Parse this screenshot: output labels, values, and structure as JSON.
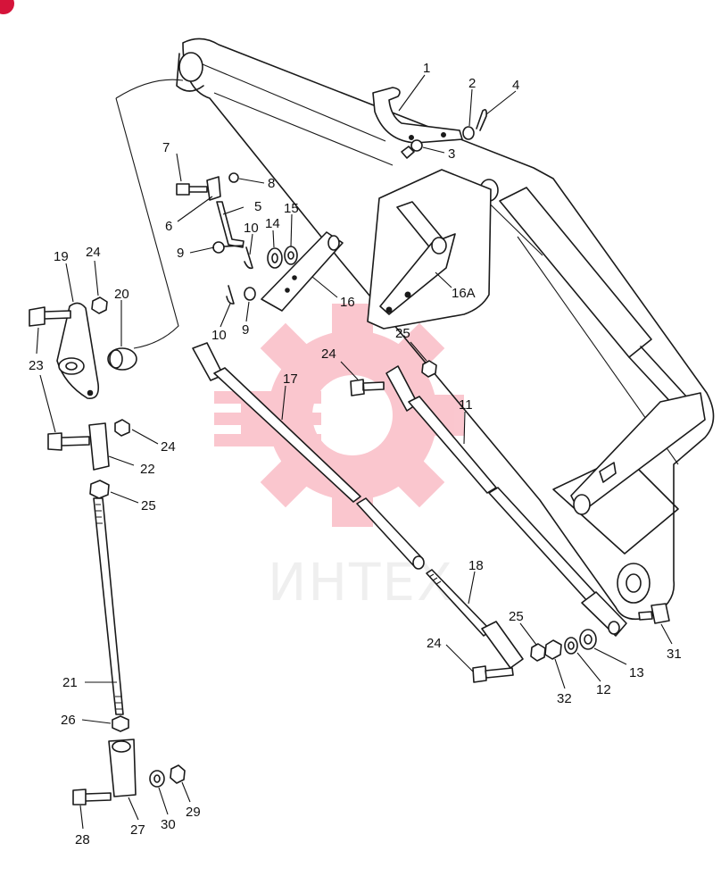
{
  "watermark": {
    "text": "ИНТЕХ",
    "color": "#f0506a"
  },
  "badge": {
    "color": "#d5143a"
  },
  "callouts": [
    {
      "id": "1",
      "label": "1"
    },
    {
      "id": "2",
      "label": "2"
    },
    {
      "id": "3",
      "label": "3"
    },
    {
      "id": "4",
      "label": "4"
    },
    {
      "id": "5",
      "label": "5"
    },
    {
      "id": "6",
      "label": "6"
    },
    {
      "id": "7",
      "label": "7"
    },
    {
      "id": "8",
      "label": "8"
    },
    {
      "id": "9a",
      "label": "9"
    },
    {
      "id": "9b",
      "label": "9"
    },
    {
      "id": "10a",
      "label": "10"
    },
    {
      "id": "10b",
      "label": "10"
    },
    {
      "id": "11",
      "label": "11"
    },
    {
      "id": "12",
      "label": "12"
    },
    {
      "id": "13",
      "label": "13"
    },
    {
      "id": "14",
      "label": "14"
    },
    {
      "id": "15",
      "label": "15"
    },
    {
      "id": "16",
      "label": "16"
    },
    {
      "id": "16A",
      "label": "16A"
    },
    {
      "id": "17",
      "label": "17"
    },
    {
      "id": "18",
      "label": "18"
    },
    {
      "id": "19",
      "label": "19"
    },
    {
      "id": "20",
      "label": "20"
    },
    {
      "id": "21",
      "label": "21"
    },
    {
      "id": "22",
      "label": "22"
    },
    {
      "id": "23",
      "label": "23"
    },
    {
      "id": "24a",
      "label": "24"
    },
    {
      "id": "24b",
      "label": "24"
    },
    {
      "id": "24c",
      "label": "24"
    },
    {
      "id": "24d",
      "label": "24"
    },
    {
      "id": "25a",
      "label": "25"
    },
    {
      "id": "25b",
      "label": "25"
    },
    {
      "id": "25c",
      "label": "25"
    },
    {
      "id": "26",
      "label": "26"
    },
    {
      "id": "27",
      "label": "27"
    },
    {
      "id": "28",
      "label": "28"
    },
    {
      "id": "29",
      "label": "29"
    },
    {
      "id": "30",
      "label": "30"
    },
    {
      "id": "31",
      "label": "31"
    },
    {
      "id": "32",
      "label": "32"
    }
  ]
}
